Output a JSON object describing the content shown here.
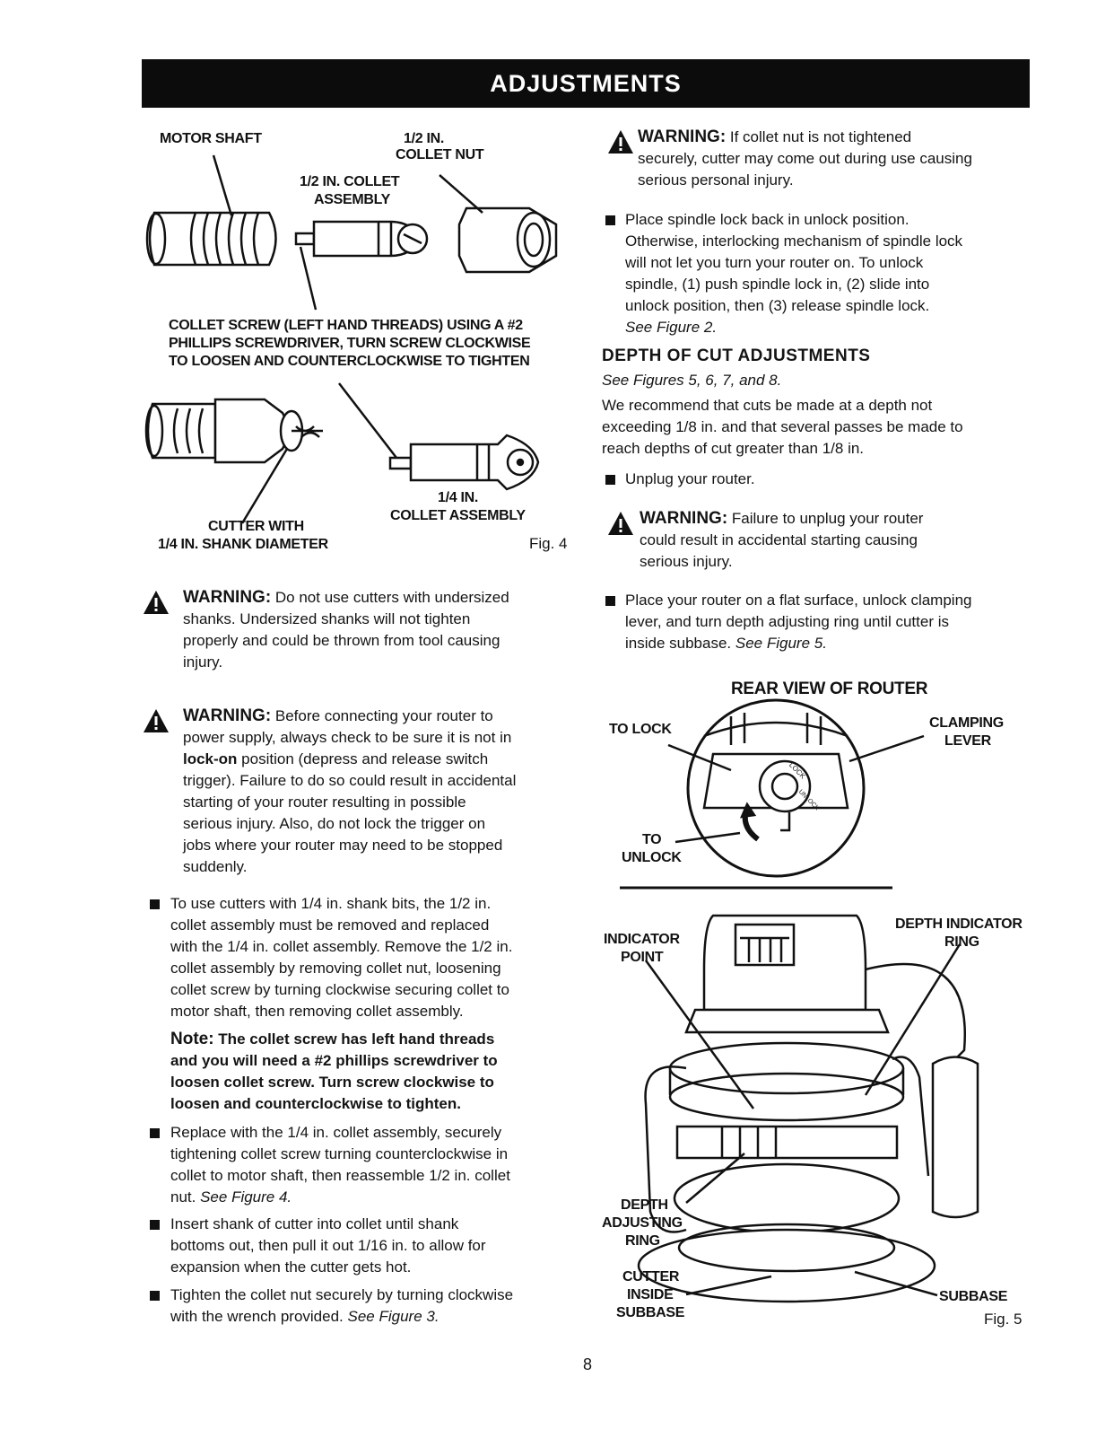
{
  "header": {
    "title": "ADJUSTMENTS"
  },
  "fig4": {
    "labels": {
      "motor_shaft": "MOTOR SHAFT",
      "collet_nut_l1": "1/2 IN.",
      "collet_nut_l2": "COLLET NUT",
      "collet_assembly_l1": "1/2 IN. COLLET",
      "collet_assembly_l2": "ASSEMBLY",
      "collet_screw_l1": "COLLET SCREW (LEFT HAND THREADS) USING A #2",
      "collet_screw_l2": "PHILLIPS SCREWDRIVER, TURN SCREW CLOCKWISE",
      "collet_screw_l3": "TO LOOSEN AND COUNTERCLOCKWISE TO TIGHTEN",
      "quarter_l1": "1/4 IN.",
      "quarter_l2": "COLLET ASSEMBLY",
      "cutter_l1": "CUTTER WITH",
      "cutter_l2": "1/4 IN. SHANK DIAMETER"
    },
    "caption": "Fig. 4"
  },
  "left": {
    "warning1": {
      "title": "WARNING:",
      "lines": [
        "Do not use cutters with undersized",
        "shanks. Undersized shanks will not tighten",
        "properly and could be thrown from tool causing",
        "injury."
      ]
    },
    "warning2": {
      "title": "WARNING:",
      "line1": "Before connecting your router to",
      "line2_pre": "power supply, always check to be sure it is not in",
      "line3_bold": "lock-on",
      "line3_rest": " position (depress and release switch",
      "lines": [
        "trigger). Failure to do so could result in accidental",
        "starting of your router resulting in possible",
        "serious injury. Also, do not lock the trigger on",
        "jobs where your router may need to be stopped",
        "suddenly."
      ]
    },
    "bullet1": [
      "To use cutters with 1/4 in. shank bits, the 1/2 in.",
      "collet assembly must be removed and replaced",
      "with the 1/4 in. collet assembly. Remove the 1/2 in.",
      "collet assembly by removing collet nut, loosening",
      "collet screw by turning clockwise securing collet to",
      "motor shaft, then removing collet assembly."
    ],
    "note": {
      "label": "Note:",
      "lines": [
        "The collet screw has left hand threads",
        "and you will need a #2 phillips screwdriver to",
        "loosen collet screw. Turn screw clockwise to",
        "loosen and counterclockwise to tighten."
      ]
    },
    "bullet2": {
      "lines": [
        "Replace with the 1/4 in. collet assembly, securely",
        "tightening collet screw turning counterclockwise in",
        "collet to motor shaft, then reassemble 1/2 in. collet"
      ],
      "last_pre": "nut. ",
      "last_ref": "See Figure 4."
    },
    "bullet3": [
      "Insert shank of cutter into collet until shank",
      "bottoms out, then pull it out 1/16 in. to allow for",
      "expansion when the cutter gets hot."
    ],
    "bullet4": {
      "line1": "Tighten the collet nut securely by turning clockwise",
      "last_pre": "with the wrench provided. ",
      "last_ref": "See Figure 3."
    }
  },
  "right": {
    "warning3": {
      "title": "WARNING:",
      "line1": "If collet nut is not tightened",
      "lines": [
        "securely, cutter may come out during use causing",
        "serious personal injury."
      ]
    },
    "bullet_spindle": {
      "lines": [
        "Place spindle lock back in unlock position.",
        "Otherwise, interlocking mechanism of spindle lock",
        "will not let you turn your router on. To unlock",
        "spindle, (1) push spindle lock in, (2) slide into",
        "unlock position, then (3) release spindle lock."
      ],
      "ref": "See Figure 2."
    },
    "section": {
      "title": "DEPTH OF CUT ADJUSTMENTS",
      "ref": "See Figures 5, 6, 7, and 8.",
      "lines": [
        "We recommend that cuts be made at a depth not",
        "exceeding 1/8 in. and that several passes be made to",
        "reach depths of cut greater than 1/8 in."
      ]
    },
    "bullet_unplug": "Unplug your router.",
    "warning4": {
      "title": "WARNING:",
      "line1": "Failure to unplug your router",
      "lines": [
        "could result in accidental starting causing",
        "serious injury."
      ]
    },
    "bullet_place": {
      "lines": [
        "Place your router on a flat surface, unlock clamping",
        "lever, and turn depth adjusting ring until cutter is"
      ],
      "last_pre": "inside subbase. ",
      "last_ref": "See Figure 5."
    }
  },
  "fig5": {
    "rear_title": "REAR VIEW OF ROUTER",
    "to_lock": "TO LOCK",
    "clamping_l1": "CLAMPING",
    "clamping_l2": "LEVER",
    "to_unlock_l1": "TO",
    "to_unlock_l2": "UNLOCK",
    "indicator_l1": "INDICATOR",
    "indicator_l2": "POINT",
    "depth_ind_l1": "DEPTH INDICATOR",
    "depth_ind_l2": "RING",
    "depth_adj_l1": "DEPTH",
    "depth_adj_l2": "ADJUSTING",
    "depth_adj_l3": "RING",
    "cutter_l1": "CUTTER",
    "cutter_l2": "INSIDE",
    "cutter_l3": "SUBBASE",
    "subbase": "SUBBASE",
    "caption": "Fig. 5",
    "lock_text": "LOCK",
    "unlock_text": "UNLOCK"
  },
  "footer": {
    "page_number": "8"
  }
}
